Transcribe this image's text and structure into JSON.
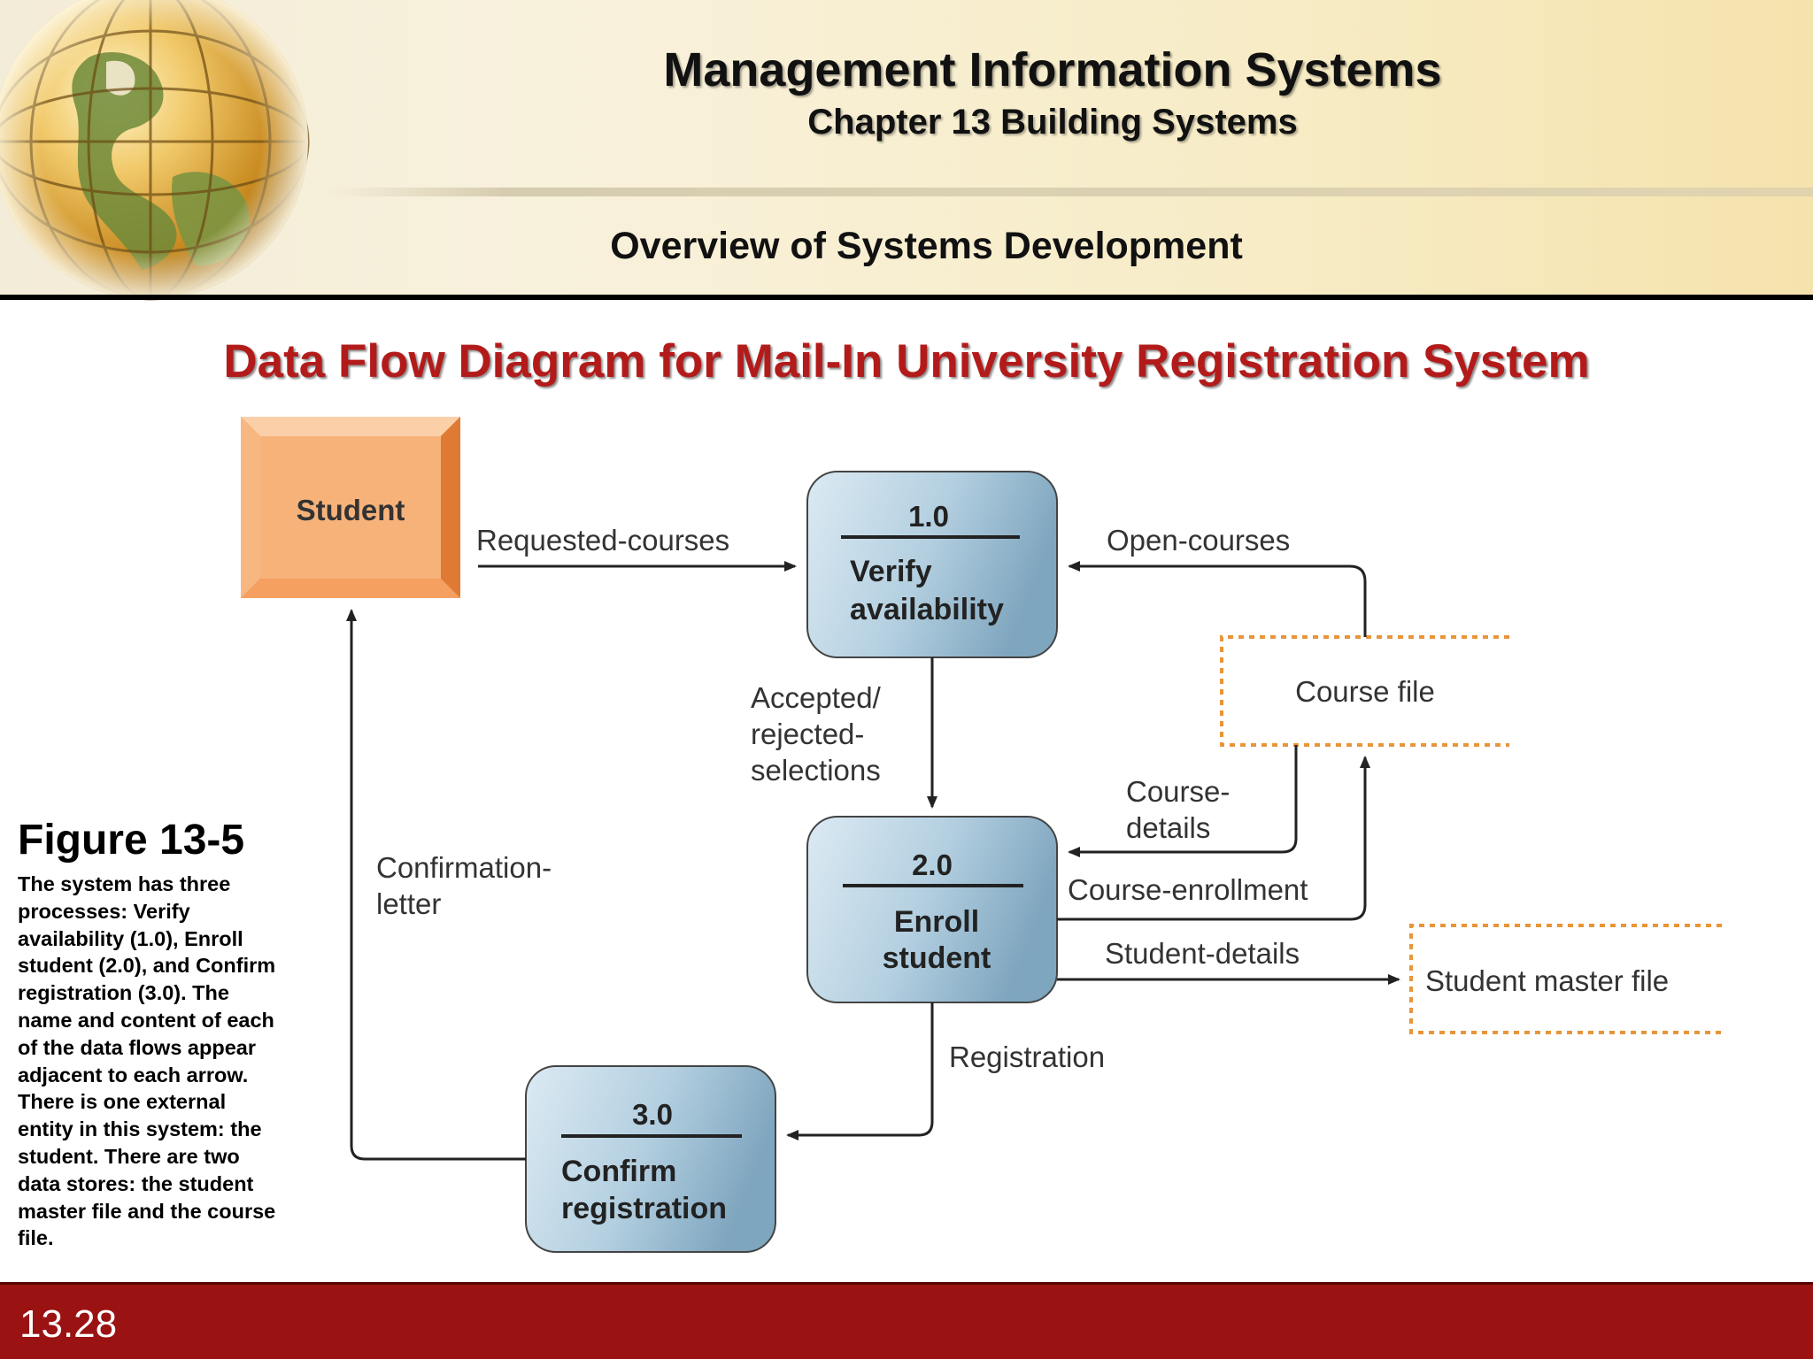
{
  "header": {
    "title": "Management Information Systems",
    "subtitle": "Chapter 13 Building Systems",
    "section": "Overview of Systems Development"
  },
  "slide_title": "Data Flow Diagram for Mail-In University Registration System",
  "diagram": {
    "entity": {
      "label": "Student"
    },
    "processes": [
      {
        "number": "1.0",
        "line1": "Verify",
        "line2": "availability"
      },
      {
        "number": "2.0",
        "line1": "Enroll",
        "line2": "student"
      },
      {
        "number": "3.0",
        "line1": "Confirm",
        "line2": "registration"
      }
    ],
    "stores": [
      {
        "label": "Course file"
      },
      {
        "label": "Student master file"
      }
    ],
    "flows": {
      "requested_courses": "Requested-courses",
      "open_courses": "Open-courses",
      "accepted_line1": "Accepted/",
      "accepted_line2": "rejected-",
      "accepted_line3": "selections",
      "course_details_line1": "Course-",
      "course_details_line2": "details",
      "course_enrollment": "Course-enrollment",
      "student_details": "Student-details",
      "registration": "Registration",
      "confirmation_line1": "Confirmation-",
      "confirmation_line2": "letter"
    },
    "colors": {
      "entity_fill": "#f7b27a",
      "process_fill": "#9cc0d6",
      "store_border": "#e8953a",
      "arrow": "#222222"
    }
  },
  "figure": {
    "title": "Figure 13-5",
    "caption": "The system has three processes: Verify availability (1.0), Enroll student (2.0), and Confirm registration (3.0). The name and content of each of the data flows appear adjacent to each arrow. There is one external entity in this system: the student. There are two data stores: the student master file and the course file."
  },
  "footer": {
    "slide_number": "13.28"
  }
}
